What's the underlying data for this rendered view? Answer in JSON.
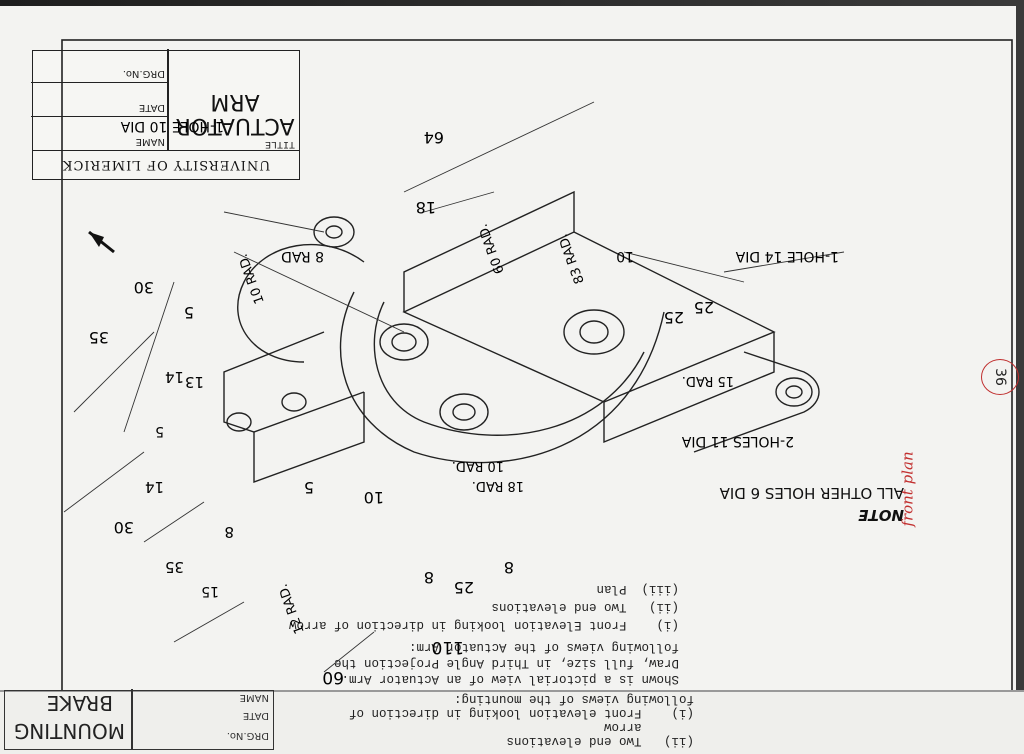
{
  "title_block": {
    "university": "UNIVERSITY OF LIMERICK",
    "title_label": "TITLE",
    "title_line1": "ACTUATOR",
    "title_line2": "ARM",
    "name_label": "NAME",
    "date_label": "DATE",
    "drg_label": "DRG.No."
  },
  "note": {
    "heading": "NOTE",
    "text": "ALL OTHER HOLES 6 DIA"
  },
  "callouts": {
    "hole14": "1-HOLE 14 DIA",
    "holes11": "2-HOLES 11 DIA",
    "hole10": "1-HOLE 10 DIA",
    "rad8": "8 RAD",
    "rad10a": "10 RAD.",
    "rad15": "15 RAD.",
    "rad10b": "10 RAD.",
    "rad18": "18 RAD.",
    "rad12": "12 RAD.",
    "rad60": "60 RAD.",
    "rad83": "83 RAD."
  },
  "dimensions": [
    "64",
    "18",
    "10",
    "25",
    "30",
    "5",
    "35",
    "13",
    "14",
    "5",
    "14",
    "30",
    "8",
    "35",
    "15",
    "5",
    "10",
    "8",
    "8",
    "25",
    "60",
    "110",
    "25"
  ],
  "instructions": [
    "Shown is a pictorial view of an Actuator Arm.",
    "Draw, full size, in Third Angle Projection the",
    "following views of the Actuator Arm:",
    "(i)    Front Elevation looking in direction of arrow",
    "(ii)   Two end elevations",
    "(iii)  Plan"
  ],
  "page_number": "36",
  "handwritten": "front plan",
  "bottom_card": {
    "title_line1": "BRAKE",
    "title_line2": "MOUNTING",
    "date_label": "DATE",
    "name_label": "NAME",
    "drg_label": "DRG.No.",
    "lines": [
      "following views of the mounting:",
      "(i)    Front elevation looking in direction of",
      "       arrow",
      "(ii)   Two end elevations"
    ]
  }
}
